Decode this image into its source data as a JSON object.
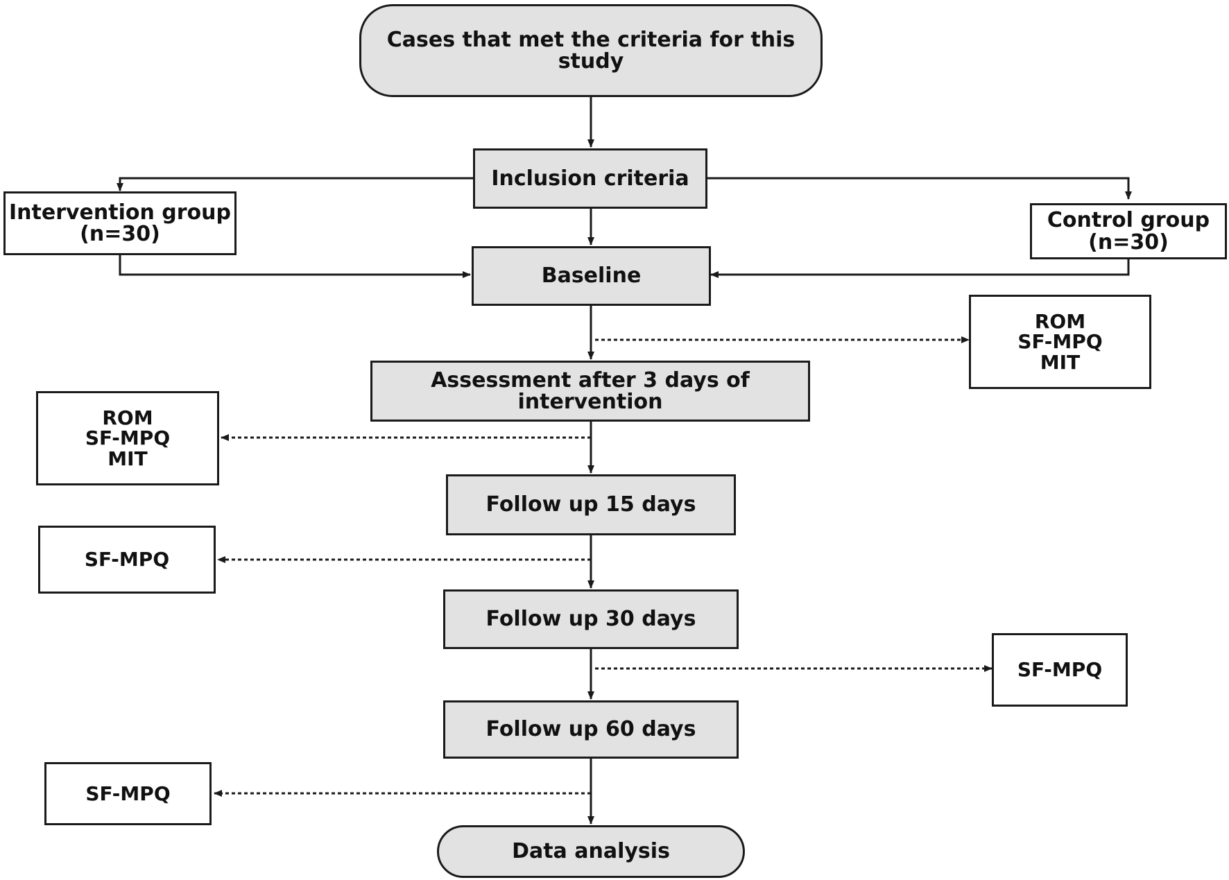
{
  "flowchart": {
    "start": "Cases that met the criteria for this study",
    "inclusion": "Inclusion criteria",
    "intervention_group": {
      "name": "Intervention group",
      "n": "(n=30)"
    },
    "control_group": {
      "name": "Control group",
      "n": "(n=30)"
    },
    "baseline": "Baseline",
    "assessment": "Assessment after 3 days of intervention",
    "follow_15": "Follow up 15 days",
    "follow_30": "Follow up 30 days",
    "follow_60": "Follow up 60 days",
    "end": "Data analysis",
    "measures": {
      "baseline": [
        "ROM",
        "SF-MPQ",
        "MIT"
      ],
      "assessment": [
        "ROM",
        "SF-MPQ",
        "MIT"
      ],
      "follow_15": [
        "SF-MPQ"
      ],
      "follow_30": [
        "SF-MPQ"
      ],
      "follow_60": [
        "SF-MPQ"
      ]
    }
  },
  "colors": {
    "box_fill": "#e2e2e2",
    "stroke": "#1a1a1a"
  }
}
